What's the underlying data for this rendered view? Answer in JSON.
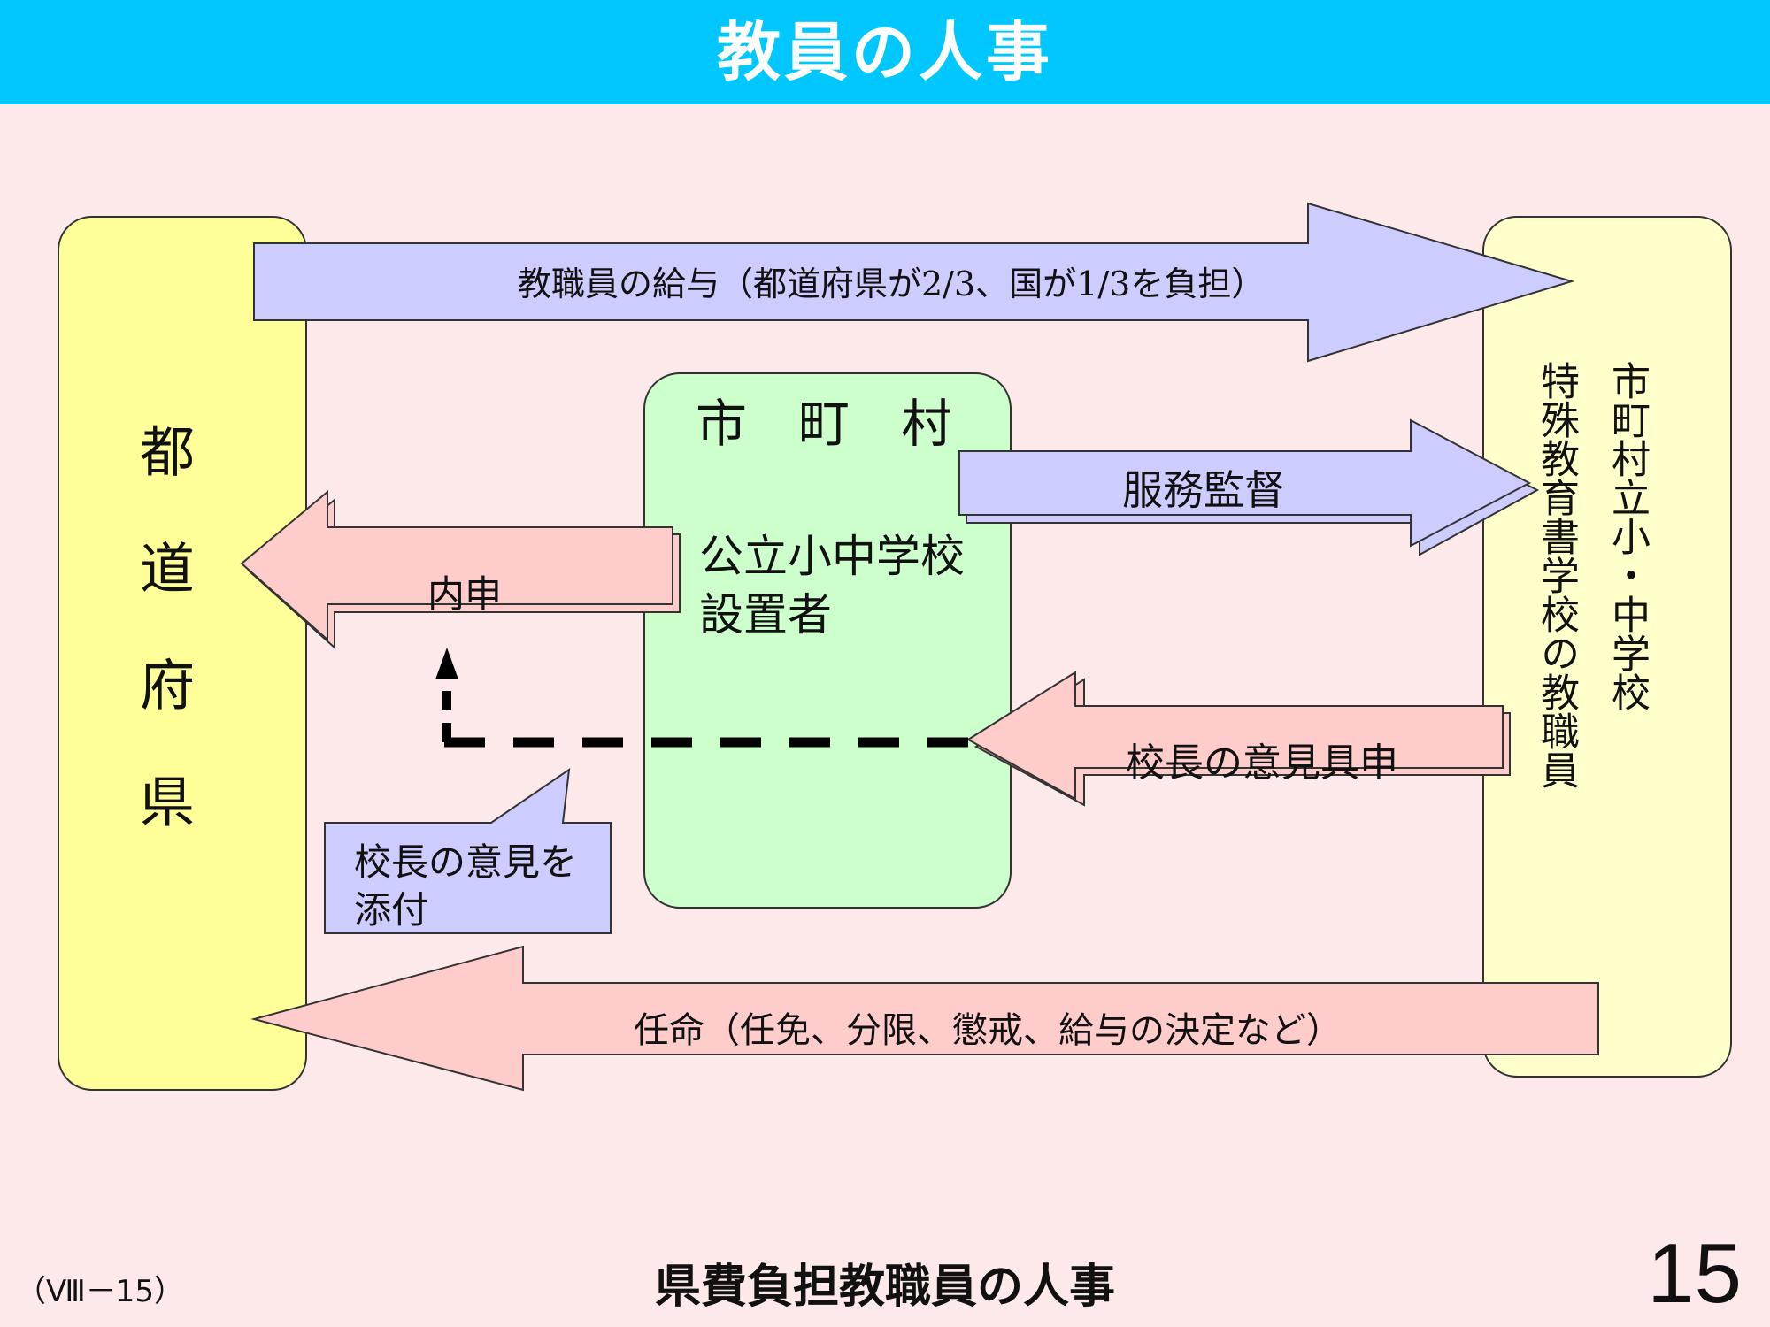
{
  "title": "教員の人事",
  "nodes": {
    "prefecture": "都道府県",
    "municipality_name": "市　町　村",
    "municipality_role": "公立小中学校\n設置者",
    "schools_col1": "市町村立小・中学校",
    "schools_col2": "特殊教育書学校の教職員"
  },
  "arrows": {
    "salary": "教職員の給与（都道府県が2/3、国が1/3を負担）",
    "supervision": "服務監督",
    "naishin": "内申",
    "principal_opinion": "校長の意見具申",
    "appointment": "任命（任免、分限、懲戒、給与の決定など）"
  },
  "callout": "校長の意見を\n添付",
  "footer": {
    "code": "（Ⅷ－15）",
    "caption": "県費負担教職員の人事",
    "page_number": "15"
  },
  "colors": {
    "title_bar": "#00c8ff",
    "background": "#fde9e9",
    "prefecture_box": "#ffff99",
    "municipality_box": "#ccffcc",
    "schools_box": "#ffffcc",
    "blue_arrow": "#ccccff",
    "pink_arrow": "#ffcccc"
  }
}
